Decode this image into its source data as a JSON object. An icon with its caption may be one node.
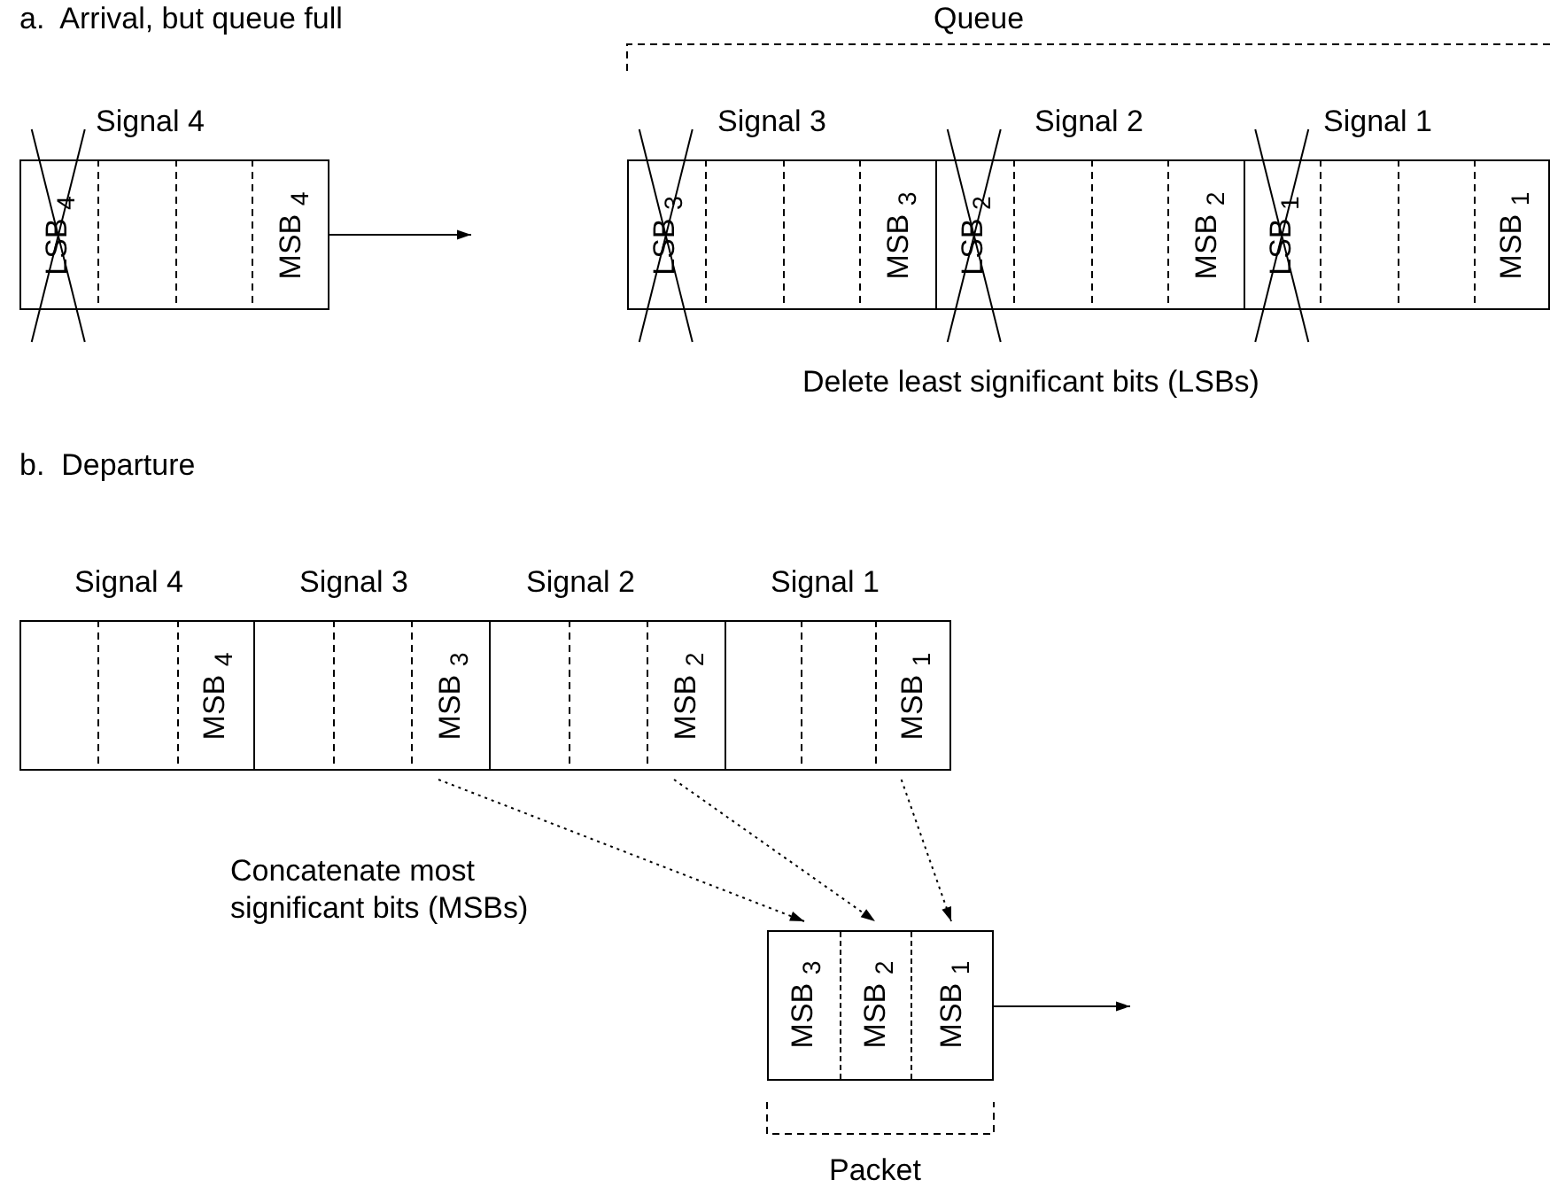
{
  "diagram": {
    "nodes": [
      {
        "text": [
          "Signal 4",
          "LSB $_{4}$",
          "MSB $_{4}$"
        ]
      },
      {
        "text": [
          "Signal 3",
          "LSB $_{3}$",
          "MSB $_{3}$"
        ]
      },
      {
        "text": [
          "Signal 2",
          "LSB $_{2}$",
          "MSB $_{2}$"
        ]
      },
      {
        "text": [
          "Signal 1",
          "LSB $_{1}$",
          "MSB $_{1}$"
        ]
      },
      {
        "text": [
          "Signal 4",
          "MSB $_{4}$"
        ]
      },
      {
        "text": [
          "Signal 3",
          "MSB $_{3}$"
        ]
      },
      {
        "text": [
          "Signal 2",
          "MSB $_{2}$"
        ]
      },
      {
        "text": [
          "Signal 1",
          "MSB $_{1}$"
        ]
      },
      {
        "text": [],
        "shape": "box"
      },
      {
        "text": [
          "MSB $_{3}$"
        ],
        "in": 8
      },
      {
        "text": [
          "MSB $_{2}$"
        ],
        "in": 8
      },
      {
        "text": [
          "MSB $_{1}$"
        ],
        "in": 8
      }
    ],
    "edges": [
      {
        "from": 0,
        "to": null,
        "arrow": "to"
      },
      {
        "from": 5,
        "to": 9,
        "arrow": "to",
        "style": "dashed"
      },
      {
        "from": 6,
        "to": 10,
        "arrow": "to",
        "style": "dashed"
      },
      {
        "from": 7,
        "to": 11,
        "arrow": "to",
        "style": "dashed"
      },
      {
        "from": 8,
        "to": null,
        "arrow": "to"
      }
    ],
    "labels": [
      "a.  Arrival, but queue full",
      "Queue",
      "Delete least significant bits (LSBs)",
      "b.  Departure",
      "Concatenate most significant bits (MSBs)",
      "Packet"
    ]
  }
}
